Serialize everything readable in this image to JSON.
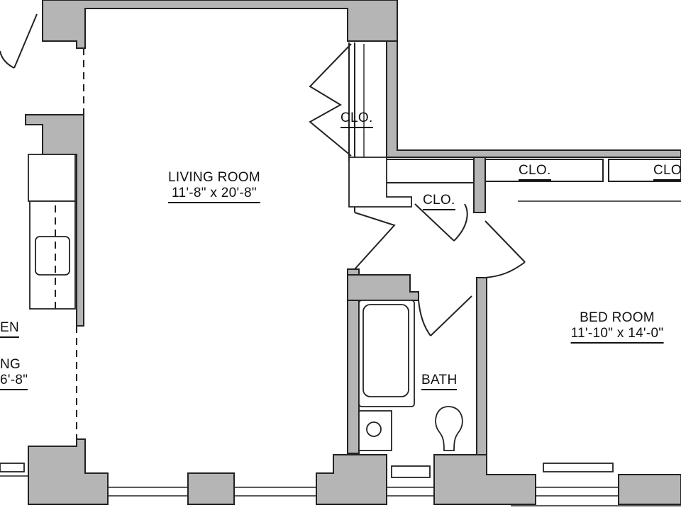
{
  "rooms": {
    "living": {
      "name": "LIVING ROOM",
      "dims": "11'-8\" x 20'-8\""
    },
    "bed": {
      "name": "BED ROOM",
      "dims": "11'-10\" x 14'-0\""
    },
    "bath": {
      "name": "BATH"
    },
    "kitchen_partial": {
      "name": "EN"
    },
    "dining_partial": {
      "name": "NG",
      "dims": "6'-8\""
    }
  },
  "closets": {
    "living": "CLO.",
    "hall": "CLO.",
    "bed_1": "CLO.",
    "bed_2": "CLO"
  },
  "colors": {
    "wall_fill": "#b5b5b5",
    "line": "#222222",
    "background": "#ffffff"
  }
}
